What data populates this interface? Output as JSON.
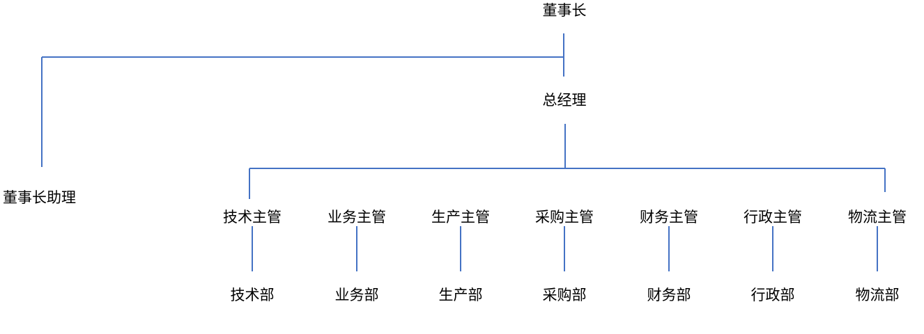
{
  "chart": {
    "colors": {
      "connector": "#4472c4",
      "text": "#000000",
      "background": "#ffffff"
    },
    "chairman": "董事长",
    "chairman_assistant": "董事长助理",
    "general_manager": "总经理",
    "supervisors": [
      "技术主管",
      "业务主管",
      "生产主管",
      "采购主管",
      "财务主管",
      "行政主管",
      "物流主管"
    ],
    "departments": [
      "技术部",
      "业务部",
      "生产部",
      "采购部",
      "财务部",
      "行政部",
      "物流部"
    ]
  }
}
